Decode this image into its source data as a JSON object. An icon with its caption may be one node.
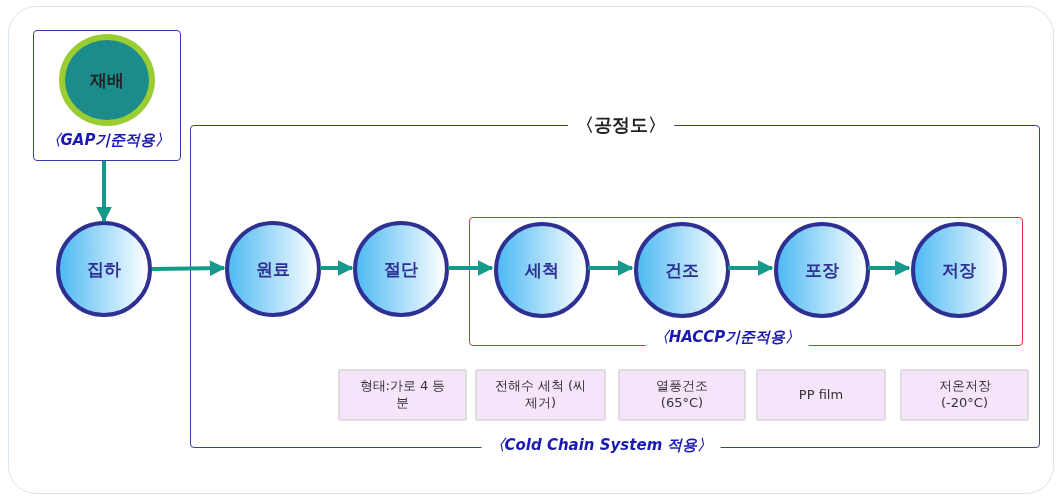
{
  "diagram": {
    "nodes": [
      {
        "text": [
          "〈GAP기준적용〉"
        ]
      },
      {
        "text": [
          "재배"
        ],
        "in": 0
      },
      {
        "text": [
          "집하"
        ]
      },
      {
        "text": [
          "〈공정도〉",
          "〈Cold Chain System 적용〉"
        ]
      },
      {
        "text": [
          "원료"
        ],
        "in": 3
      },
      {
        "text": [
          "절단"
        ],
        "in": 3
      },
      {
        "text": [
          "〈HACCP기준적용〉"
        ],
        "in": 3
      },
      {
        "text": [
          "세척"
        ],
        "in": 6
      },
      {
        "text": [
          "건조"
        ],
        "in": 6
      },
      {
        "text": [
          "포장"
        ],
        "in": 6
      },
      {
        "text": [
          "저장"
        ],
        "in": 6
      },
      {
        "text": [
          "형태:가로 4 등분"
        ],
        "in": 3
      },
      {
        "text": [
          "전해수 세척 (씨제거)"
        ],
        "in": 3
      },
      {
        "text": [
          "열풍건조 (65°C)"
        ],
        "in": 3
      },
      {
        "text": [
          "PP film"
        ],
        "in": 3
      },
      {
        "text": [
          "저온저장(-20°C)"
        ],
        "in": 3
      }
    ],
    "edges": [
      {
        "from": 0,
        "to": 2,
        "arrow": "to"
      },
      {
        "from": 2,
        "to": 4,
        "arrow": "to"
      },
      {
        "from": 4,
        "to": 5,
        "arrow": "to"
      },
      {
        "from": 5,
        "to": 7,
        "arrow": "to"
      },
      {
        "from": 7,
        "to": 8,
        "arrow": "to"
      },
      {
        "from": 8,
        "to": 9,
        "arrow": "to"
      },
      {
        "from": 9,
        "to": 10,
        "arrow": "to"
      }
    ]
  }
}
